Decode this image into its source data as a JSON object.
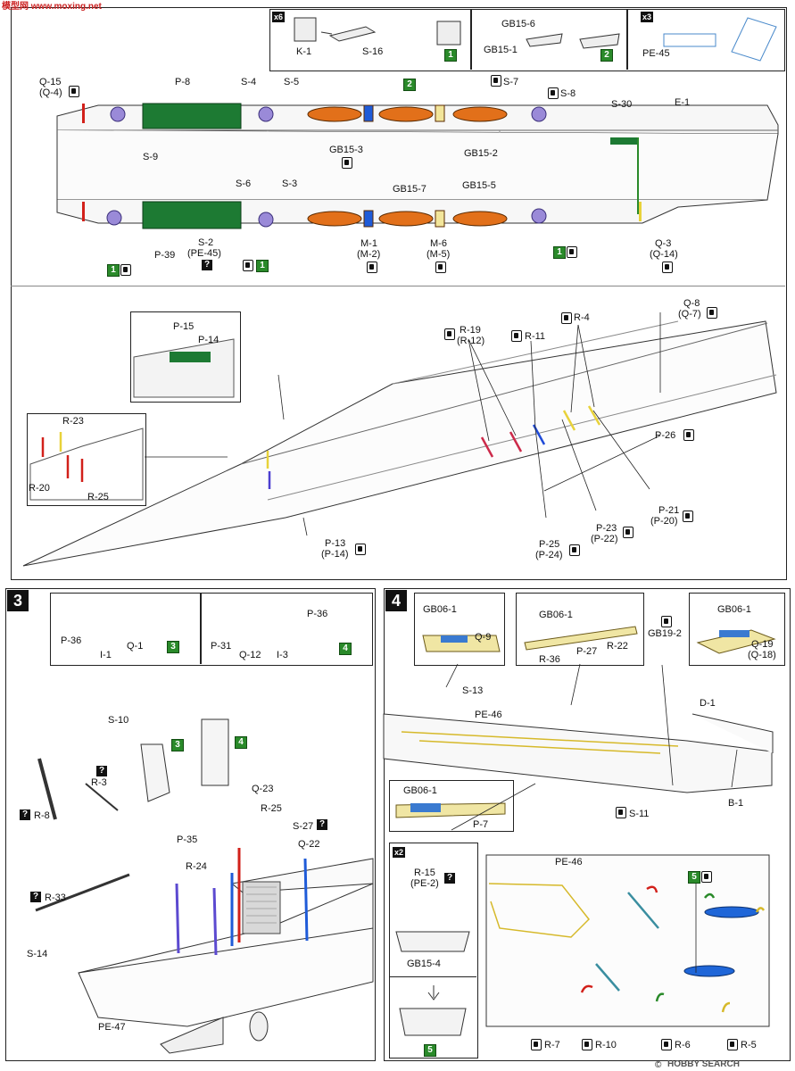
{
  "watermark_top": "模型网 www.moxing.net",
  "footer_watermark": "HOBBY SEARCH",
  "footer_copyright": "©",
  "top_boxes": {
    "box1": {
      "count": "x6",
      "k1": "K-1",
      "s16": "S-16",
      "step": "1"
    },
    "box2": {
      "gb156": "GB15-6",
      "gb151": "GB15-1",
      "step": "2"
    },
    "box3": {
      "count": "x3",
      "pe45": "PE-45"
    }
  },
  "deck_top": {
    "q15": "Q-15",
    "q4": "(Q-4)",
    "p8": "P-8",
    "s4": "S-4",
    "s5": "S-5",
    "s7": "S-7",
    "s8": "S-8",
    "s30": "S-30",
    "e1": "E-1",
    "s9": "S-9",
    "gb153": "GB15-3",
    "gb152": "GB15-2",
    "step2": "2"
  },
  "deck_bottom": {
    "s6": "S-6",
    "s3": "S-3",
    "gb157": "GB15-7",
    "gb155": "GB15-5",
    "p39": "P-39",
    "s2": "S-2",
    "pe45": "(PE-45)",
    "m1": "M-1",
    "m2": "(M-2)",
    "m6": "M-6",
    "m5": "(M-5)",
    "q3": "Q-3",
    "q14": "(Q-14)",
    "step1a": "1",
    "step1b": "1",
    "step1c": "1",
    "q": "?"
  },
  "section_hull": {
    "p15": "P-15",
    "p14": "P-14",
    "r23": "R-23",
    "r20": "R-20",
    "r25": "R-25",
    "r19": "R-19",
    "r12": "(R-12)",
    "r11": "R-11",
    "r4": "R-4",
    "q8": "Q-8",
    "q7": "(Q-7)",
    "p26": "P-26",
    "p21": "P-21",
    "p20": "(P-20)",
    "p23": "P-23",
    "p22": "(P-22)",
    "p25": "P-25",
    "p24": "(P-24)",
    "p13": "P-13",
    "p14b": "(P-14)"
  },
  "step3": {
    "num": "3",
    "p36": "P-36",
    "i1": "I-1",
    "q1": "Q-1",
    "s3": "3",
    "p31": "P-31",
    "q12": "Q-12",
    "i3": "I-3",
    "p36b": "P-36",
    "s4": "4",
    "s10": "S-10",
    "b3": "3",
    "b4": "4",
    "r3": "R-3",
    "r8": "R-8",
    "p35": "P-35",
    "q23": "Q-23",
    "r25": "R-25",
    "r24": "R-24",
    "s27": "S-27",
    "q22": "Q-22",
    "r33": "R-33",
    "s14": "S-14",
    "pe47": "PE-47",
    "q": "?"
  },
  "step4": {
    "num": "4",
    "gb061a": "GB06-1",
    "q9": "Q-9",
    "gb061b": "GB06-1",
    "r36": "R-36",
    "p27": "P-27",
    "r22": "R-22",
    "gb192": "GB19-2",
    "gb061c": "GB06-1",
    "q19": "Q-19",
    "q18": "(Q-18)",
    "s13": "S-13",
    "pe46": "PE-46",
    "d1": "D-1",
    "b1": "B-1",
    "gb061d": "GB06-1",
    "p7": "P-7",
    "s11": "S-11",
    "x2": "x2",
    "r15": "R-15",
    "pe2": "(PE-2)",
    "gb154": "GB15-4",
    "b5": "5",
    "pe46b": "PE-46",
    "b5b": "5",
    "r7": "R-7",
    "r10": "R-10",
    "r6": "R-6",
    "r5": "R-5"
  }
}
